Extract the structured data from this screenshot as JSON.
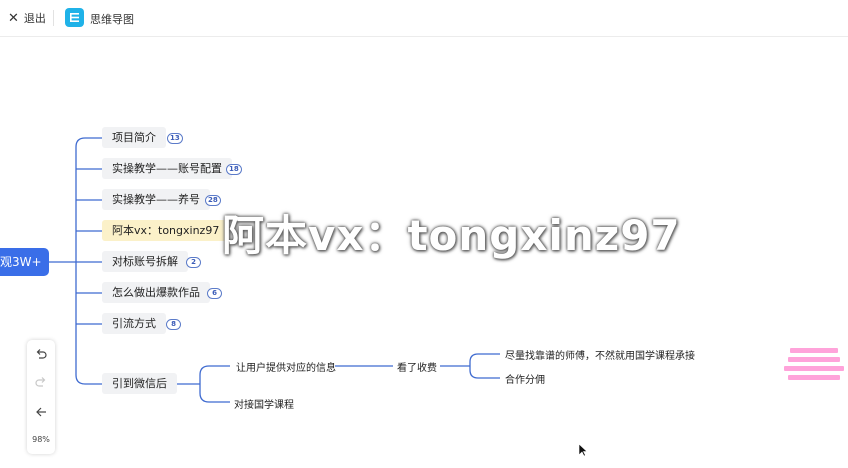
{
  "topbar": {
    "exit_label": "退出",
    "app_title": "思维导图"
  },
  "map": {
    "root_label": "观3W+",
    "branches": [
      {
        "label": "项目简介",
        "count": "13"
      },
      {
        "label": "实操教学——账号配置",
        "count": "18"
      },
      {
        "label": "实操教学——养号",
        "count": "28"
      },
      {
        "label": "阿本vx：tongxinz97",
        "count": ""
      },
      {
        "label": "对标账号拆解",
        "count": "2"
      },
      {
        "label": "怎么做出爆款作品",
        "count": "6"
      },
      {
        "label": "引流方式",
        "count": "8"
      },
      {
        "label": "引到微信后",
        "count": ""
      }
    ],
    "wechat_children": {
      "c1": "让用户提供对应的信息",
      "c2": "对接国学课程",
      "c1_child": "看了收费",
      "g1": "尽量找靠谱的师傅，不然就用国学课程承接",
      "g2": "合作分佣"
    }
  },
  "overlay": {
    "watermark": "阿本vx：tongxinz97"
  },
  "toolbar": {
    "undo_icon": "undo-icon",
    "redo_icon": "redo-icon",
    "collapse_icon": "collapse-icon",
    "zoom": "98%"
  },
  "colors": {
    "accent": "#3a6ee8",
    "link": "#3f6bd0",
    "highlight": "#fbf1c9"
  }
}
